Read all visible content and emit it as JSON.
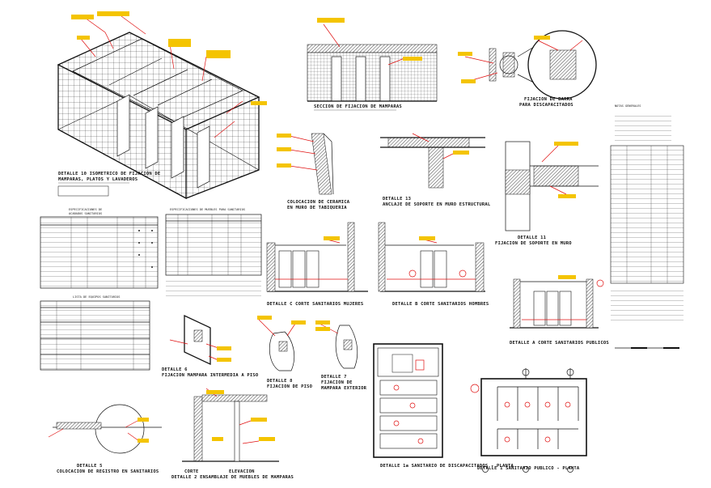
{
  "colors": {
    "line": "#111111",
    "annotation": "#e01010",
    "label_fill": "#f4c400",
    "background": "#ffffff"
  },
  "details": {
    "isometric": {
      "title_line1": "DETALLE 10 ISOMETRICO DE FIJACION DE",
      "title_line2": "MAMPARAS, PLATOS Y LAVADEROS"
    },
    "section_fijacion": {
      "title": "SECCION DE FIJACION DE MAMPARAS"
    },
    "barra": {
      "title_line1": "FIJACION DE BARRA",
      "title_line2": "PARA DISCAPACITADOS"
    },
    "ceramica": {
      "title_line1": "COLOCACION DE CERAMICA",
      "title_line2": "EN MURO DE TABIQUERIA"
    },
    "detalle_13": {
      "title_line1": "DETALLE 13",
      "title_line2": "ANCLAJE DE SOPORTE EN MURO ESTRUCTURAL"
    },
    "detalle_11": {
      "title_line1": "DETALLE 11",
      "title_line2": "FIJACION DE SOPORTE EN MURO"
    },
    "corte_c": {
      "title": "DETALLE C CORTE SANITARIOS MUJERES"
    },
    "corte_b": {
      "title": "DETALLE B CORTE SANITARIOS HOMBRES"
    },
    "corte_a": {
      "title": "DETALLE A CORTE SANITARIOS PUBLICOS"
    },
    "detalle_6": {
      "title_line1": "DETALLE 6",
      "title_line2": "FIJACION MAMPARA INTERMEDIA A PISO"
    },
    "detalle_8": {
      "title_line1": "DETALLE 8",
      "title_line2": "FIJACION DE PISO"
    },
    "detalle_7": {
      "title_line1": "DETALLE 7",
      "title_line2": "FIJACION DE",
      "title_line3": "MAMPARA EXTERIOR"
    },
    "detalle_5": {
      "title_line1": "DETALLE 5",
      "title_line2": "COLOCACION DE REGISTRO EN SANITARIOS"
    },
    "detalle_2": {
      "title_line1": "CORTE",
      "title_line2": "DETALLE 2 ENSAMBLAJE DE MUEBLES DE MAMPARAS"
    },
    "elevacion": {
      "title": "ELEVACION"
    },
    "detalle_1a": {
      "title": "DETALLE 1a SANITARIO DE DISCAPACITADOS - PLANTA"
    },
    "detalle_1": {
      "title": "DETALLE 1 SANITARIO PUBLICO - PLANTA"
    }
  },
  "tables": {
    "acabados": {
      "title_line1": "ESPECIFICACIONES DE",
      "title_line2": "ACABADOS SANITARIOS"
    },
    "muebles": {
      "title": "ESPECIFICACIONES DE MUEBLES PARA SANITARIOS"
    },
    "equipos": {
      "title": "LISTA DE EQUIPOS SANITARIOS"
    },
    "notas": {
      "title": "NOTAS GENERALES"
    }
  }
}
